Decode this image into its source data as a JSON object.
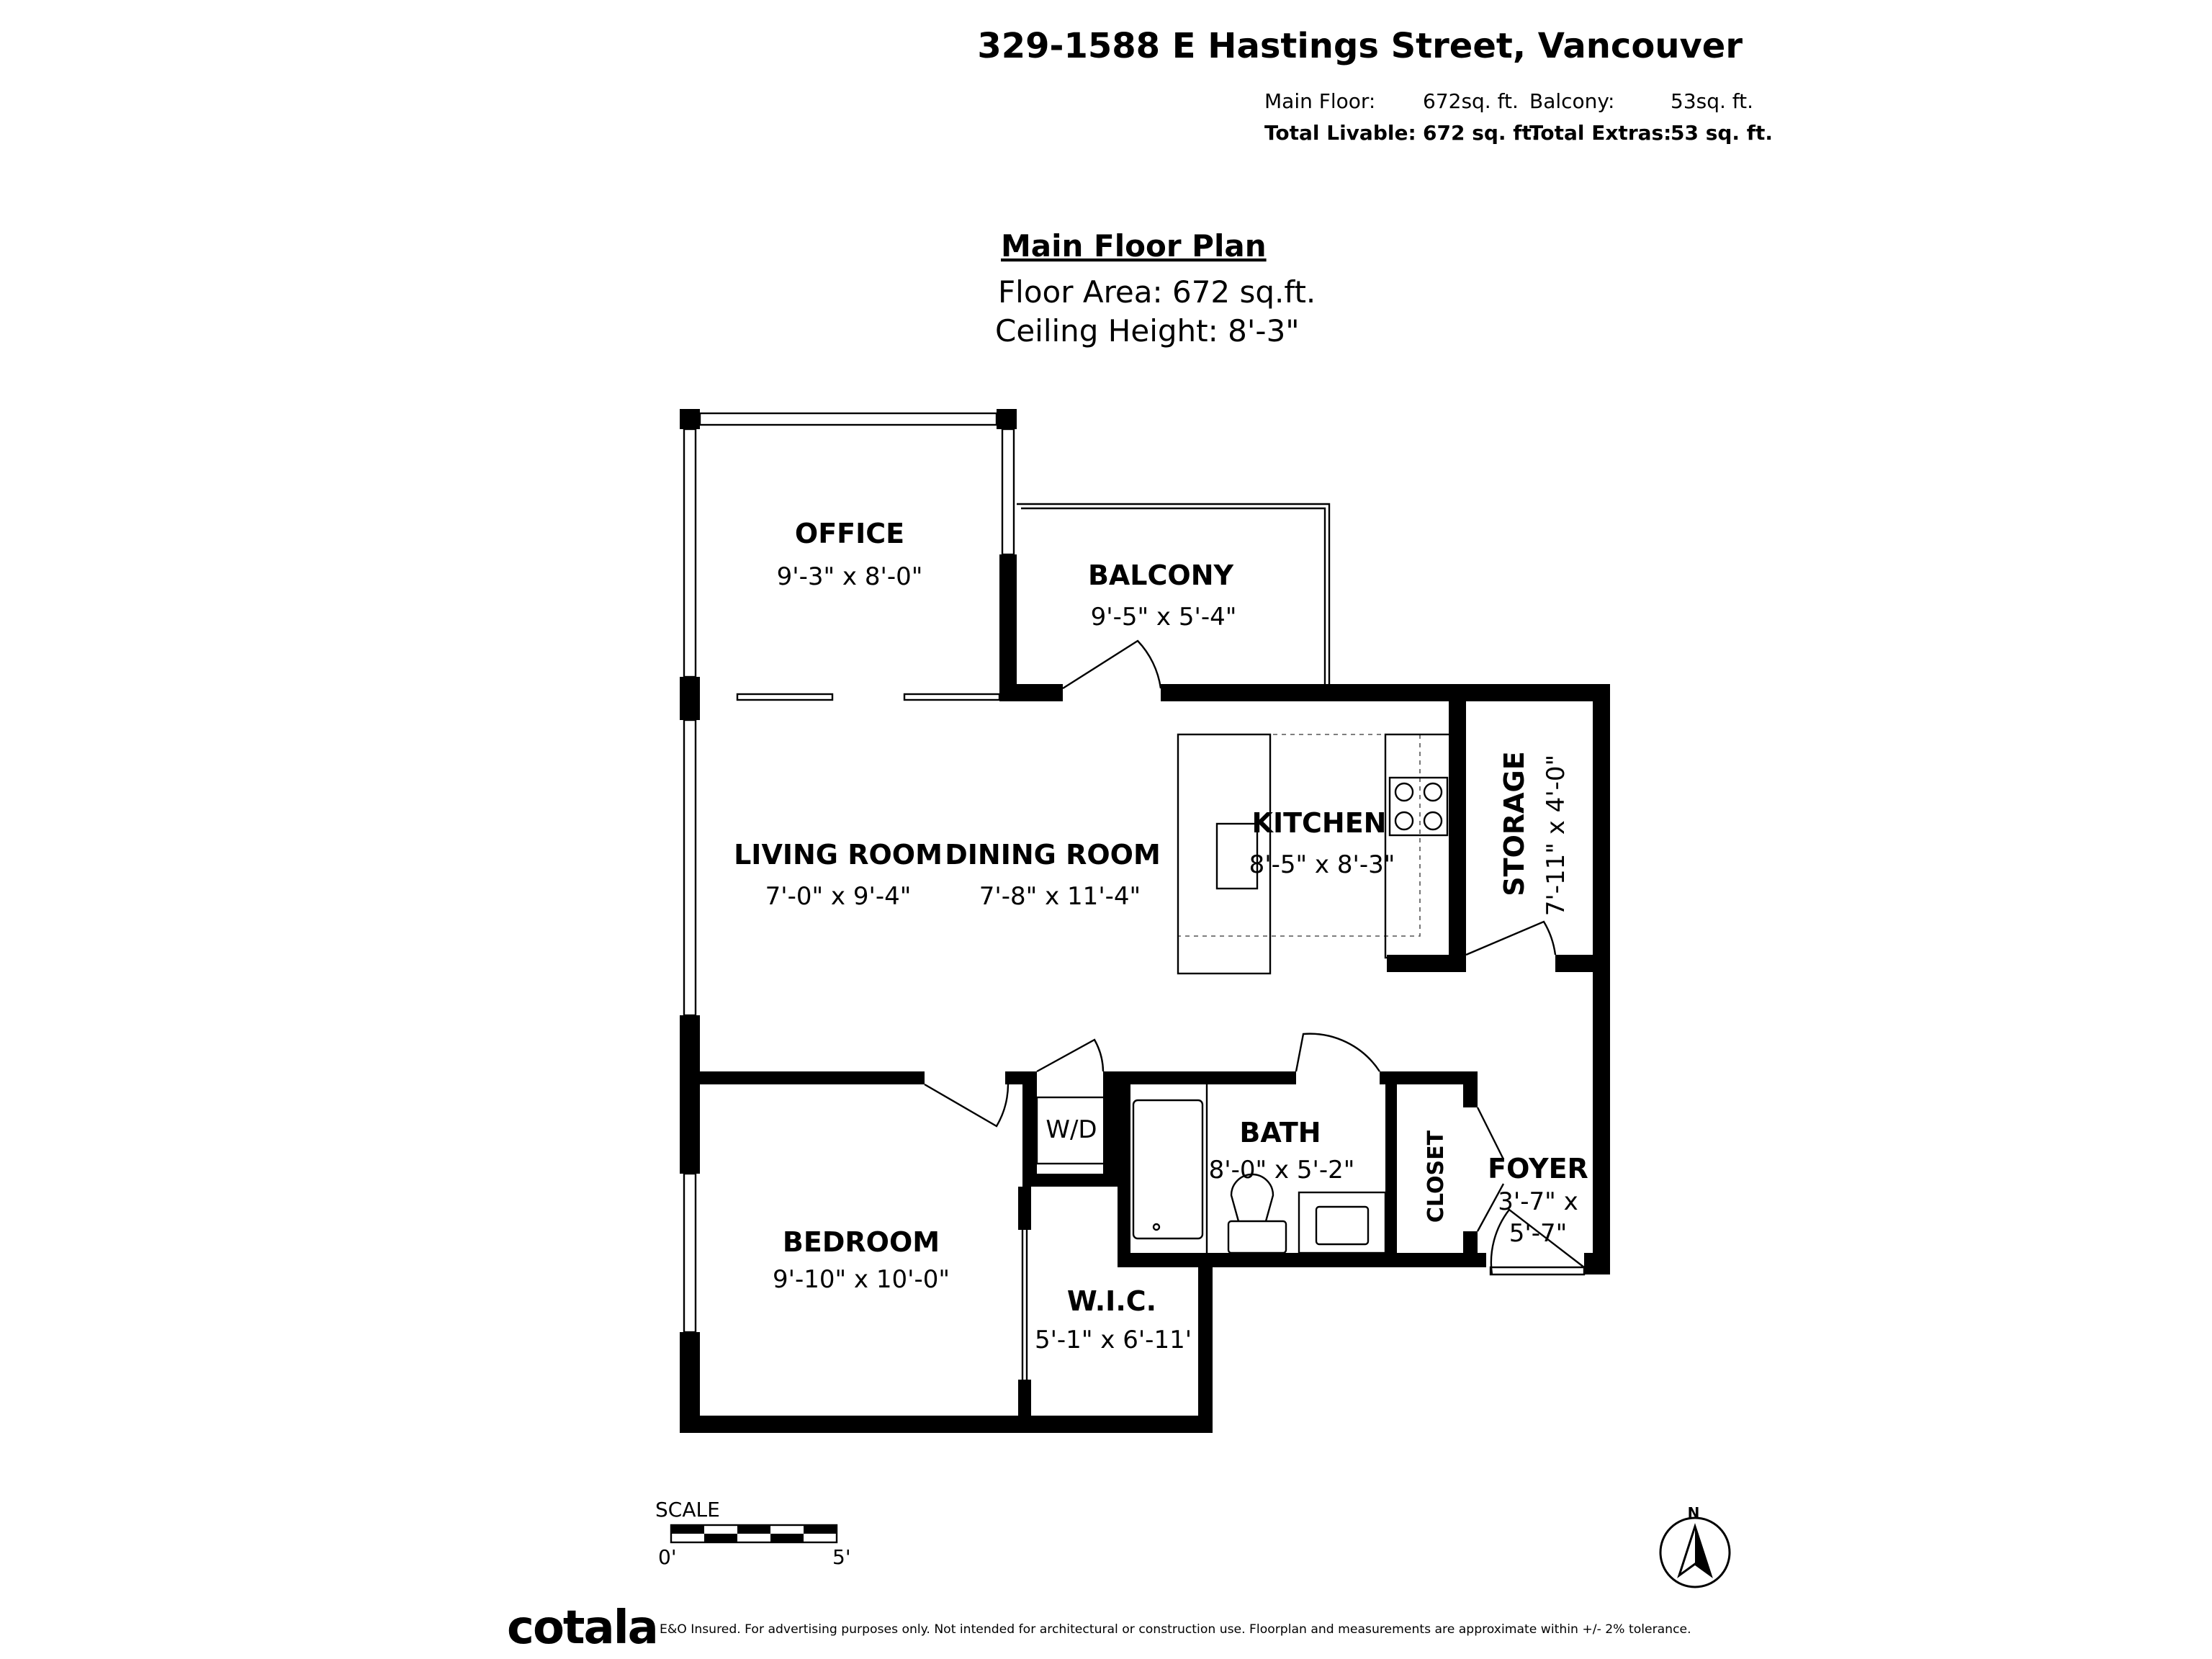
{
  "header": {
    "address": "329-1588 E Hastings Street, Vancouver",
    "main_floor_label": "Main Floor:",
    "main_floor_value": "672sq. ft.",
    "balcony_label": "Balcony:",
    "balcony_value": "53sq. ft.",
    "total_livable_label": "Total Livable:",
    "total_livable_value": "672 sq. ft.",
    "total_extras_label": "Total Extras:",
    "total_extras_value": "53 sq. ft."
  },
  "plan": {
    "title": "Main Floor Plan",
    "floor_area": "Floor Area: 672 sq.ft.",
    "ceiling_height": "Ceiling Height: 8'-3\""
  },
  "rooms": {
    "office": {
      "name": "OFFICE",
      "dims": "9'-3\" x 8'-0\""
    },
    "balcony": {
      "name": "BALCONY",
      "dims": "9'-5\" x 5'-4\""
    },
    "living": {
      "name": "LIVING ROOM",
      "dims": "7'-0\" x 9'-4\""
    },
    "dining": {
      "name": "DINING ROOM",
      "dims": "7'-8\" x 11'-4\""
    },
    "kitchen": {
      "name": "KITCHEN",
      "dims": "8'-5\" x 8'-3\""
    },
    "storage": {
      "name": "STORAGE",
      "dims": "7'-11\" x 4'-0\""
    },
    "wd": {
      "name": "W/D"
    },
    "bath": {
      "name": "BATH",
      "dims": "8'-0\" x 5'-2\""
    },
    "closet": {
      "name": "CLOSET"
    },
    "foyer": {
      "name": "FOYER",
      "dims_1": "3'-7\" x",
      "dims_2": "5'-7\""
    },
    "bedroom": {
      "name": "BEDROOM",
      "dims": "9'-10\" x 10'-0\""
    },
    "wic": {
      "name": "W.I.C.",
      "dims": "5'-1\" x 6'-11'"
    }
  },
  "scale": {
    "label": "SCALE",
    "start": "0'",
    "end": "5'"
  },
  "compass": {
    "north": "N"
  },
  "footer": {
    "logo": "cotala",
    "disclaimer": "E&O Insured. For advertising purposes only. Not intended for architectural or construction use. Floorplan and measurements are approximate within +/- 2% tolerance."
  }
}
